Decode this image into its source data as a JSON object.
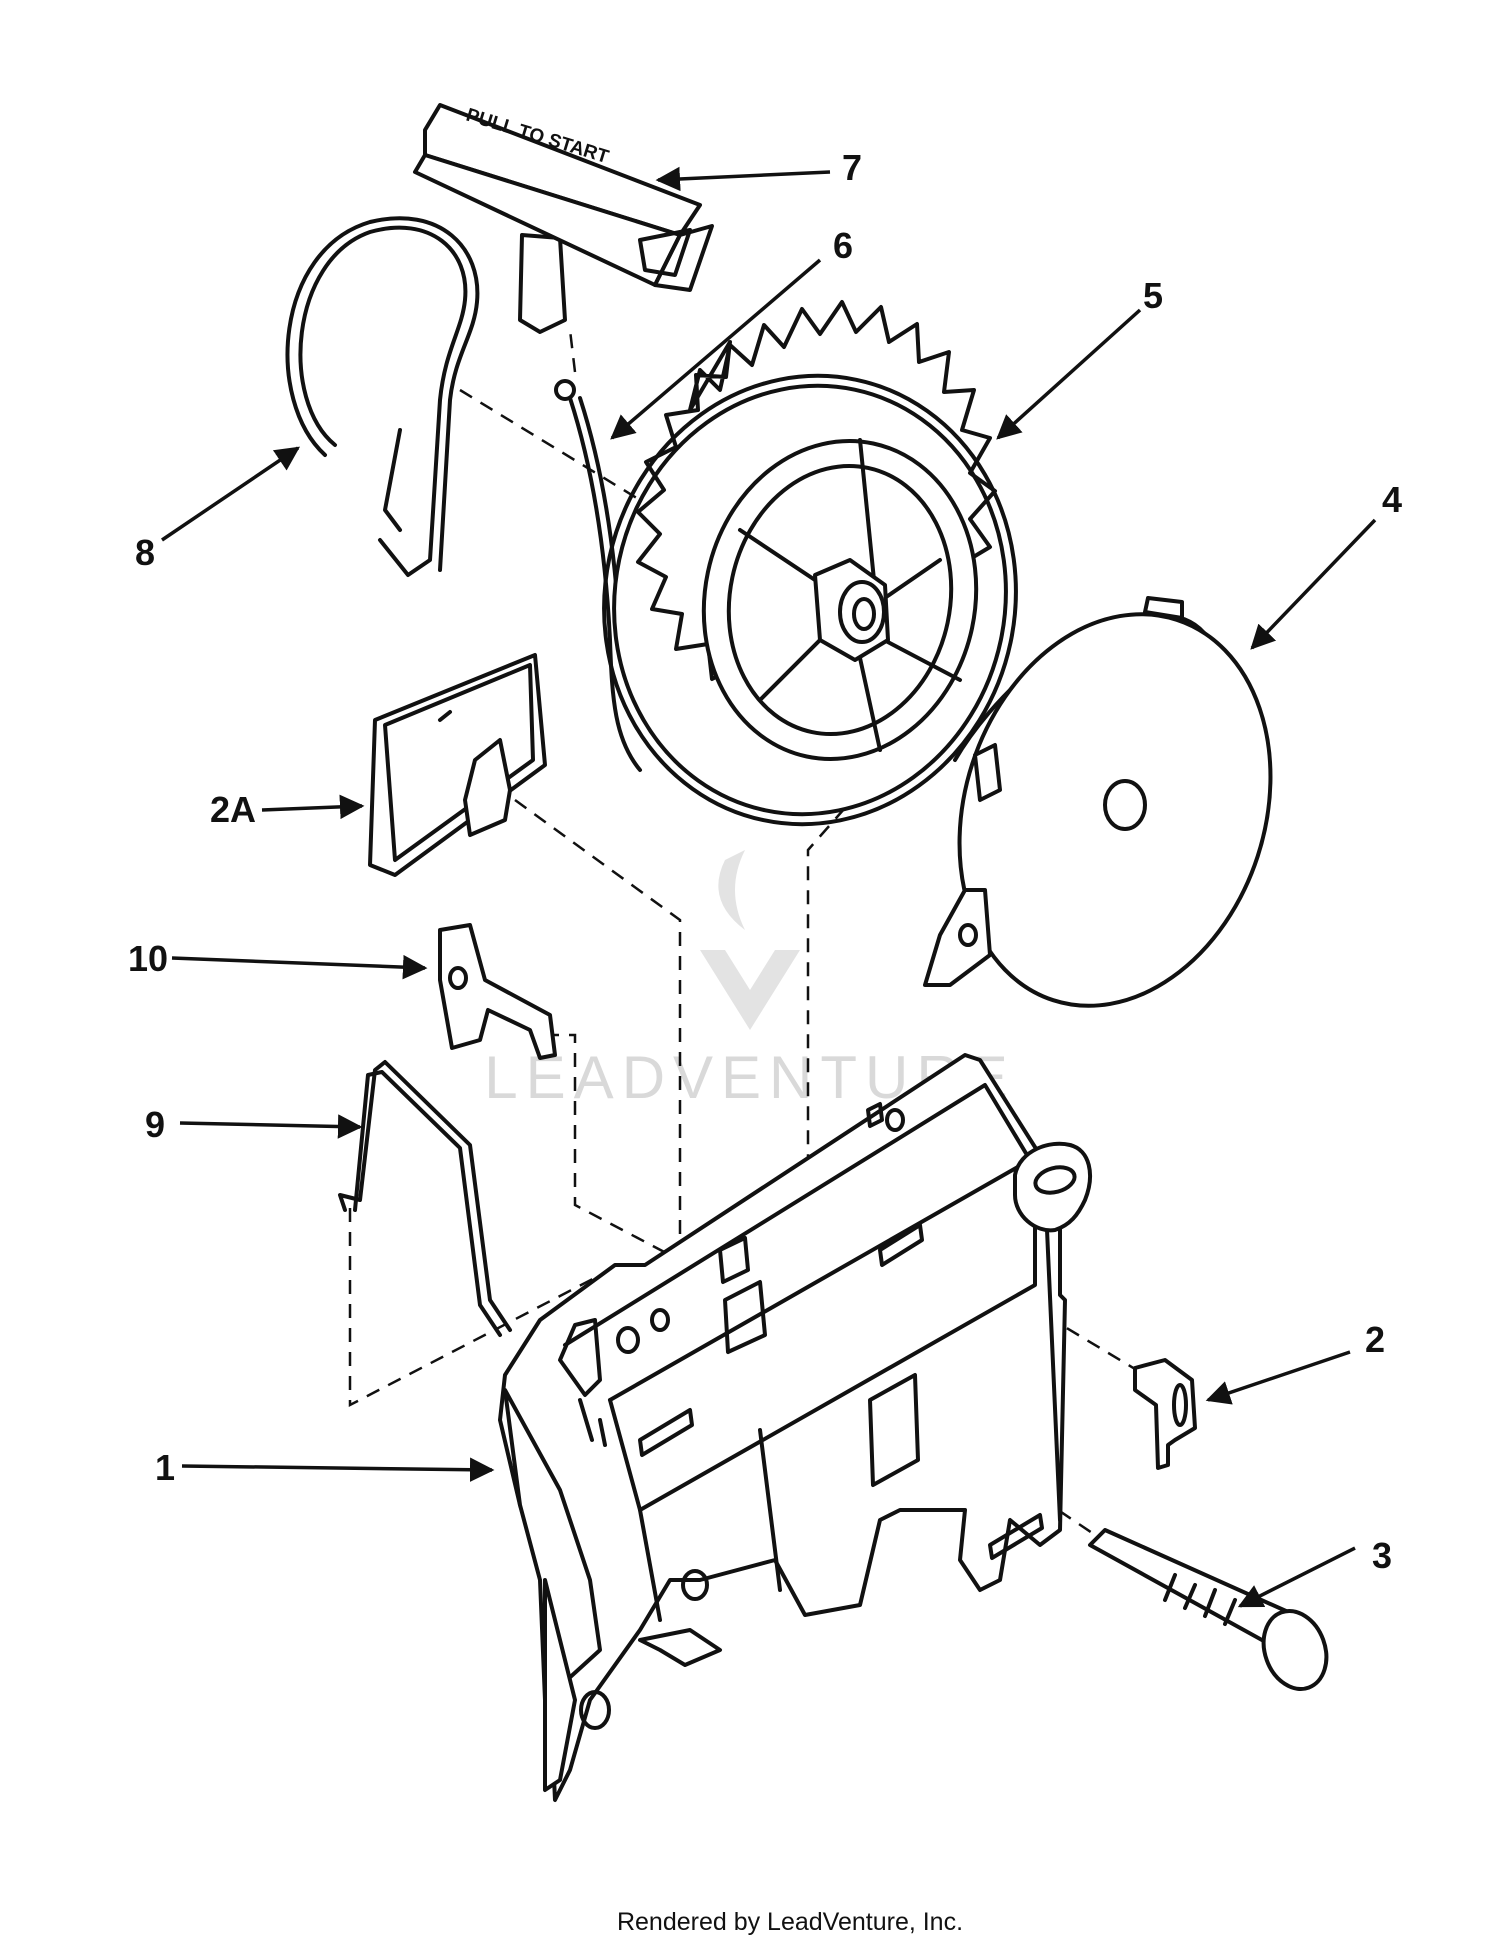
{
  "diagram": {
    "labels": {
      "p1": "1",
      "p2": "2",
      "p2a": "2A",
      "p3": "3",
      "p4": "4",
      "p5": "5",
      "p6": "6",
      "p7": "7",
      "p8": "8",
      "p9": "9",
      "p10": "10"
    },
    "handle_text": "PULL TO START",
    "watermark": "LEADVENTURE",
    "footer": "Rendered by LeadVenture, Inc."
  }
}
